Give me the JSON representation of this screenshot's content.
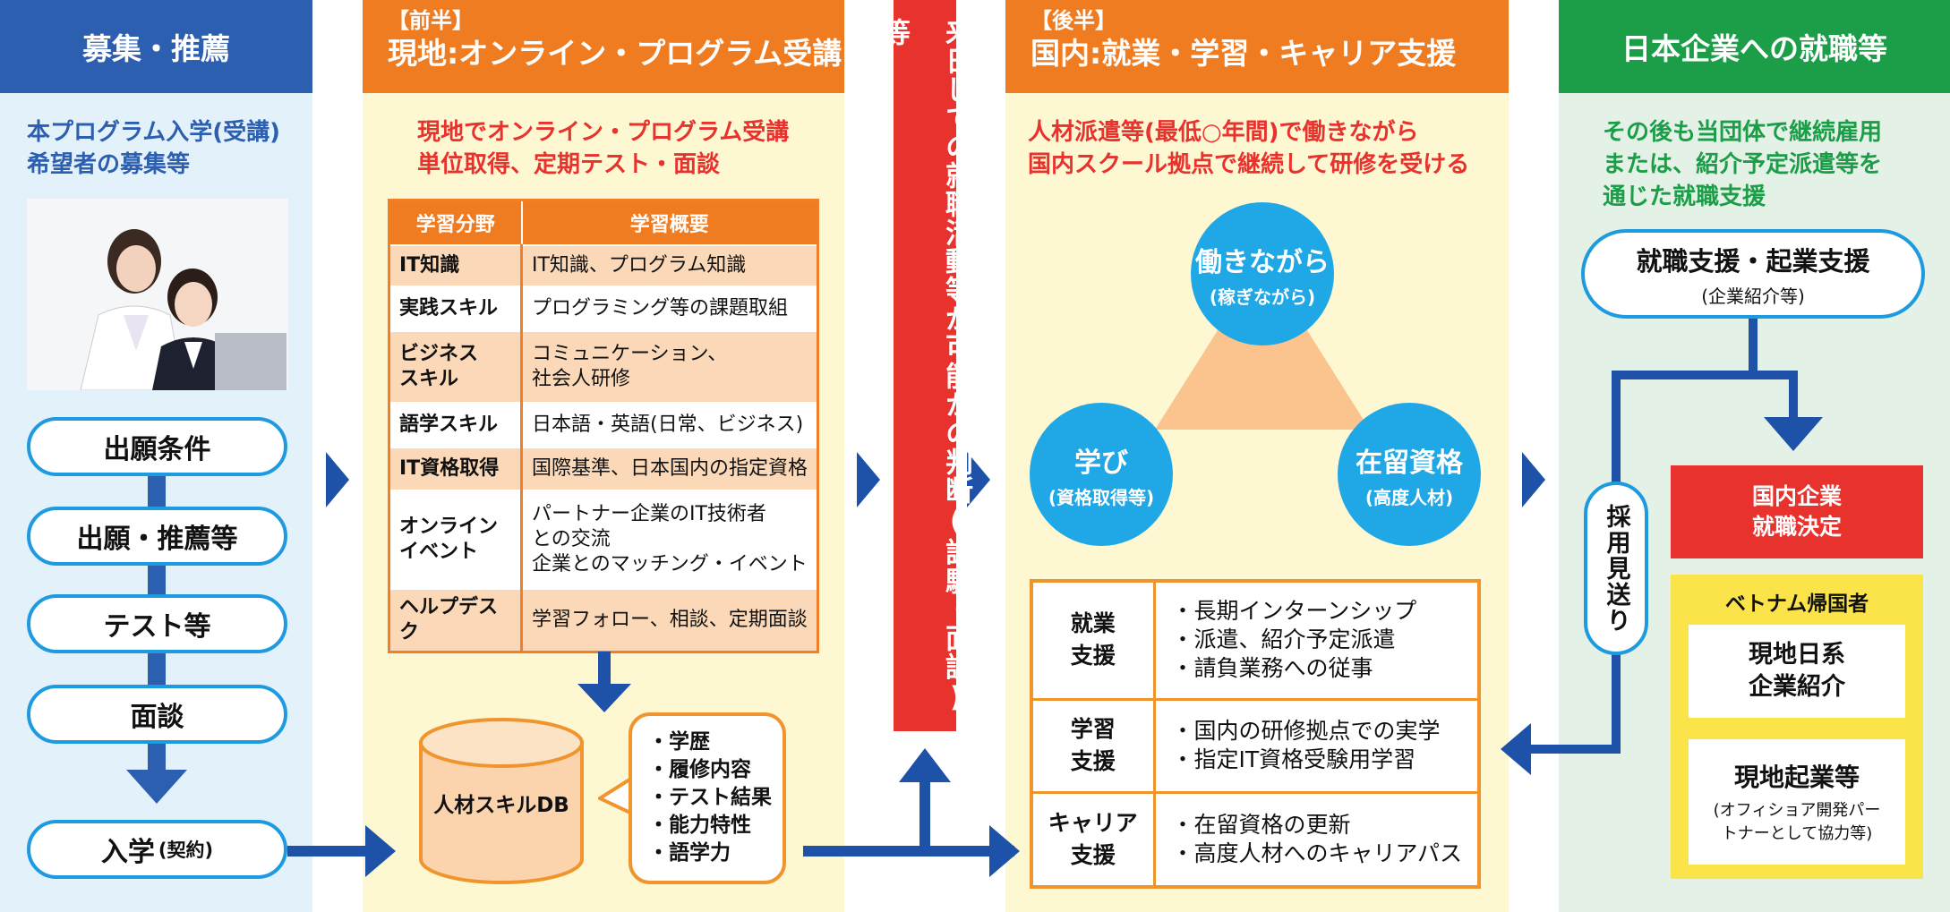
{
  "colors": {
    "blue": "#2d5fb0",
    "orange": "#f07c22",
    "red": "#e8322e",
    "green": "#1c9e49",
    "cyan": "#1fa7e6",
    "arrow": "#1d52a8"
  },
  "col1": {
    "title": "募集・推薦",
    "desc": [
      "本プログラム入学(受講)",
      "希望者の募集等"
    ],
    "photo_label": "photo",
    "steps": [
      "出願条件",
      "出願・推薦等",
      "テスト等",
      "面談"
    ],
    "final": {
      "label": "入学",
      "note": "(契約)"
    }
  },
  "col2": {
    "tag": "【前半】",
    "title": "現地:オンライン・プログラム受講",
    "desc": [
      "現地でオンライン・プログラム受講",
      "単位取得、定期テスト・面談"
    ],
    "table": {
      "headers": [
        "学習分野",
        "学習概要"
      ],
      "rows": [
        {
          "field": "IT知識",
          "summary": "IT知識、プログラム知識"
        },
        {
          "field": "実践スキル",
          "summary": "プログラミング等の課題取組"
        },
        {
          "field": "ビジネス\nスキル",
          "summary": "コミュニケーション、\n社会人研修"
        },
        {
          "field": "語学スキル",
          "summary": "日本語・英語(日常、ビジネス)"
        },
        {
          "field": "IT資格取得",
          "summary": "国際基準、日本国内の指定資格"
        },
        {
          "field": "オンライン\nイベント",
          "summary": "パートナー企業のIT技術者\nとの交流\n企業とのマッチング・イベント"
        },
        {
          "field": "ヘルプデスク",
          "summary": "学習フォロー、相談、定期面談"
        }
      ]
    },
    "db_label": "人材スキルDB",
    "db_items": [
      "・学歴",
      "・履修内容",
      "・テスト結果",
      "・能力特性",
      "・語学力"
    ]
  },
  "middle": {
    "text": "来日しての就職活動等が可能かの判断(試験・面談)等"
  },
  "col3": {
    "tag": "【後半】",
    "title": "国内:就業・学習・キャリア支援",
    "desc": [
      "人材派遣等(最低○年間)で働きながら",
      "国内スクール拠点で継続して研修を受ける"
    ],
    "circles": [
      {
        "main": "働きながら",
        "sub": "(稼ぎながら)"
      },
      {
        "main": "学び",
        "sub": "(資格取得等)"
      },
      {
        "main": "在留資格",
        "sub": "(高度人材)"
      }
    ],
    "support": [
      {
        "label": "就業\n支援",
        "items": [
          "・長期インターンシップ",
          "・派遣、紹介予定派遣",
          "・請負業務への従事"
        ]
      },
      {
        "label": "学習\n支援",
        "items": [
          "・国内の研修拠点での実学",
          "・指定IT資格受験用学習"
        ]
      },
      {
        "label": "キャリア\n支援",
        "items": [
          "・在留資格の更新",
          "・高度人材へのキャリアパス"
        ]
      }
    ]
  },
  "col4": {
    "title": "日本企業への就職等",
    "desc": [
      "その後も当団体で継続雇用",
      "または、紹介予定派遣等を",
      "通じた就職支援"
    ],
    "support_box": {
      "main": "就職支援・起業支援",
      "sub": "(企業紹介等)"
    },
    "rejected": "採用見送り",
    "decided": "国内企業\n就職決定",
    "vietnam_title": "ベトナム帰国者",
    "local_intro": "現地日系\n企業紹介",
    "local_startup": {
      "main": "現地起業等",
      "sub": "(オフィショア開発パー\nトナーとして協力等)"
    }
  }
}
